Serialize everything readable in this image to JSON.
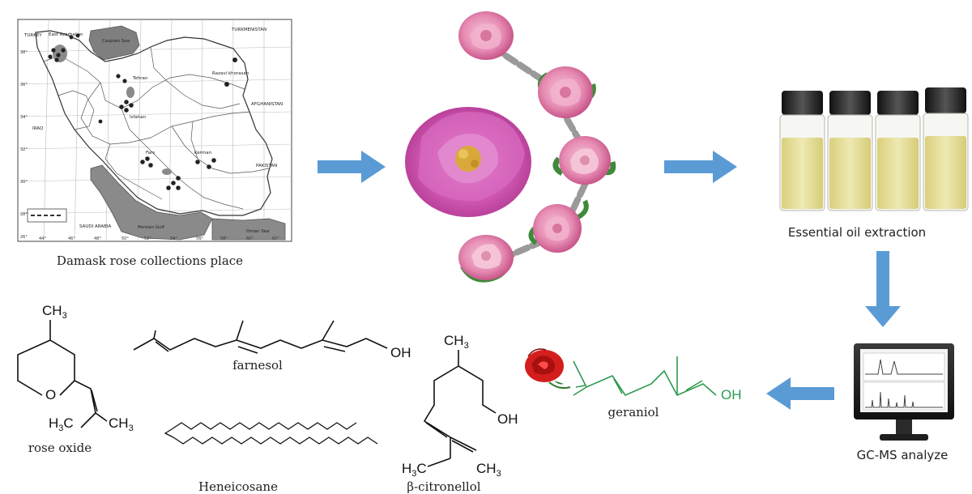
{
  "map": {
    "caption": "Damask rose collections place",
    "labels": {
      "turkey": "TURKEY",
      "east_azarbaijan": "East Azarbaijan",
      "caspian": "Caspian Sea",
      "turkmenistan": "TURKMENISTAN",
      "tehran": "Tehran",
      "razavi": "Razavi khorasan",
      "afghanistan": "AFGHANISTAN",
      "iraq": "IRAQ",
      "isfahan": "Isfahan",
      "kerman": "Kerman",
      "fars": "Fars",
      "pakistan": "PAKISTAN",
      "saudi": "SAUDI ARABIA",
      "persian_gulf": "Persian Gulf",
      "oman": "Oman Sea"
    },
    "lat_ticks": [
      "38°",
      "36°",
      "34°",
      "32°",
      "30°",
      "28°",
      "26°"
    ],
    "lon_ticks": [
      "44°",
      "46°",
      "48°",
      "50°",
      "52°",
      "54°",
      "56°",
      "58°",
      "60°",
      "62°"
    ]
  },
  "labels": {
    "extraction": "Essential oil extraction",
    "gcms": "GC-MS analyze",
    "geraniol": "geraniol",
    "farnesol": "farnesol",
    "rose_oxide": "rose oxide",
    "heneicosane": "Heneicosane",
    "citronellol": "β-citronellol"
  },
  "chem_text": {
    "ch3": "CH",
    "sub3": "3",
    "h3": "H",
    "c": "C",
    "oh": "OH",
    "o": "O"
  },
  "colors": {
    "arrow": "#5b9bd5",
    "geraniol": "#2e9a4e",
    "oil": "#e4dd96",
    "cap": "#222222",
    "rose_petal": "#e68bb3",
    "rose_big": "#d35bb5",
    "rose_center": "#d8a93a"
  }
}
